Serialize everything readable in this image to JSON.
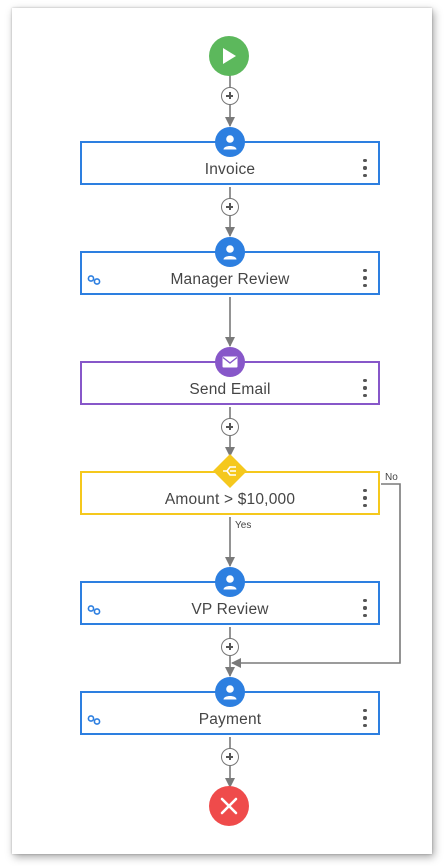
{
  "flow": {
    "start": {
      "icon": "play-icon",
      "color": "#5cb85c"
    },
    "end": {
      "icon": "close-icon",
      "color": "#ef4b4b"
    },
    "steps": [
      {
        "label": "Invoice",
        "type": "user",
        "linked": false
      },
      {
        "label": "Manager Review",
        "type": "user",
        "linked": true
      },
      {
        "label": "Send Email",
        "type": "email",
        "linked": false
      },
      {
        "label": "Amount > $10,000",
        "type": "condition",
        "linked": false
      },
      {
        "label": "VP Review",
        "type": "user",
        "linked": true
      },
      {
        "label": "Payment",
        "type": "user",
        "linked": true
      }
    ],
    "branches": {
      "yes_label": "Yes",
      "no_label": "No"
    }
  },
  "colors": {
    "user": "#2d7fe0",
    "email": "#8757c9",
    "condition": "#f5c81d",
    "connector": "#7a7a7a"
  }
}
